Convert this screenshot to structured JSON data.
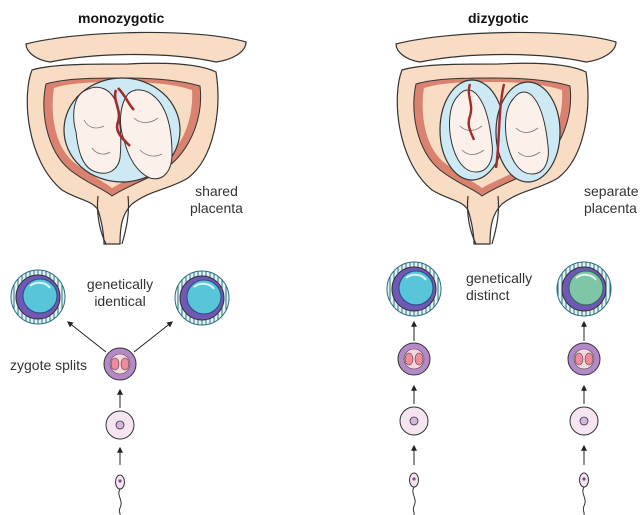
{
  "monozygotic": {
    "title": "monozygotic",
    "placenta_label": "shared\nplacenta",
    "genetics_label": "genetically\nidentical",
    "split_label": "zygote splits"
  },
  "dizygotic": {
    "title": "dizygotic",
    "placenta_label": "separate\nplacenta",
    "genetics_label": "genetically\ndistinct"
  },
  "colors": {
    "skin": "#f8dcc4",
    "muscle": "#d9826f",
    "amniotic_fluid": "#cce9f4",
    "fetus_skin": "#fbf1ea",
    "cord": "#a52a2a",
    "blastocyst_outer": "#1f7f95",
    "blastocyst_inner_purple": "#6f58b6",
    "blastocyst_inner_cyan": "#58c5d8",
    "blastocyst_inner_green": "#7fc6a7",
    "embryo_purple": "#b588c8",
    "embryo_pink": "#f08a9c",
    "egg_pink": "#f5e5f1"
  }
}
